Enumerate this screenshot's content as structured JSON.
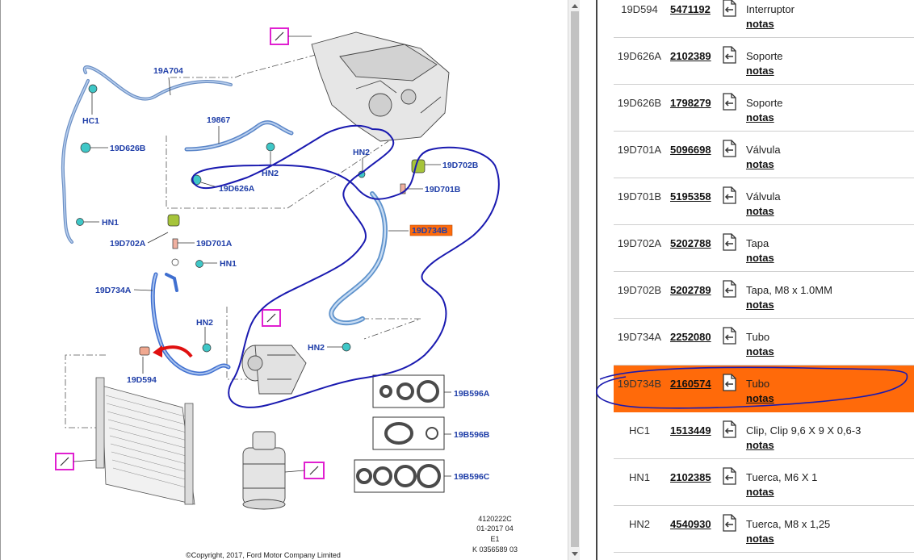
{
  "diagram": {
    "callouts": {
      "19A704": "19A704",
      "HC1": "HC1",
      "19D626B": "19D626B",
      "19867": "19867",
      "HN2_top": "HN2",
      "HN2_mid": "HN2",
      "19D626A": "19D626A",
      "19D702B": "19D702B",
      "19D701B": "19D701B",
      "19D734B": "19D734B",
      "HN1_left": "HN1",
      "19D702A": "19D702A",
      "19D701A": "19D701A",
      "HN1_mid": "HN1",
      "19D734A": "19D734A",
      "HN2_lower": "HN2",
      "HN2_bottom": "HN2",
      "19D594": "19D594",
      "19B596A": "19B596A",
      "19B596B": "19B596B",
      "19B596C": "19B596C"
    },
    "meta_lines": [
      "4120222C",
      "01-2017 04",
      "E1",
      "K 0356589 03"
    ],
    "copyright": "©Copyright, 2017, Ford Motor Company Limited",
    "colors": {
      "callout_text": "#1f3ea8",
      "hose": "#7fa6d8",
      "marker_magenta": "#e020d0",
      "annotation_ink": "#1a1ab0",
      "selected_label_bg": "#ff6a0a",
      "red_arrow": "#e01010"
    }
  },
  "parts": [
    {
      "ref": "19D594",
      "number": "5471192",
      "description": "Interruptor",
      "notes": "notas",
      "icon": "return-arrow-icon"
    },
    {
      "ref": "19D626A",
      "number": "2102389",
      "description": "Soporte",
      "notes": "notas",
      "icon": "return-arrow-icon"
    },
    {
      "ref": "19D626B",
      "number": "1798279",
      "description": "Soporte",
      "notes": "notas",
      "icon": "return-arrow-icon"
    },
    {
      "ref": "19D701A",
      "number": "5096698",
      "description": "Válvula",
      "notes": "notas",
      "icon": "return-arrow-icon"
    },
    {
      "ref": "19D701B",
      "number": "5195358",
      "description": "Válvula",
      "notes": "notas",
      "icon": "return-arrow-icon"
    },
    {
      "ref": "19D702A",
      "number": "5202788",
      "description": "Tapa",
      "notes": "notas",
      "icon": "return-arrow-icon"
    },
    {
      "ref": "19D702B",
      "number": "5202789",
      "description": "Tapa, M8 x 1.0MM",
      "notes": "notas",
      "icon": "return-arrow-icon"
    },
    {
      "ref": "19D734A",
      "number": "2252080",
      "description": "Tubo",
      "notes": "notas",
      "icon": "return-arrow-icon"
    },
    {
      "ref": "19D734B",
      "number": "2160574",
      "description": "Tubo",
      "notes": "notas",
      "icon": "return-arrow-icon",
      "selected": true
    },
    {
      "ref": "HC1",
      "number": "1513449",
      "description": "Clip, Clip 9,6 X 9 X 0,6-3",
      "notes": "notas",
      "icon": "return-arrow-icon"
    },
    {
      "ref": "HN1",
      "number": "2102385",
      "description": "Tuerca, M6 X 1",
      "notes": "notas",
      "icon": "return-arrow-icon"
    },
    {
      "ref": "HN2",
      "number": "4540930",
      "description": "Tuerca, M8 x 1,25",
      "notes": "notas",
      "icon": "return-arrow-icon"
    }
  ]
}
